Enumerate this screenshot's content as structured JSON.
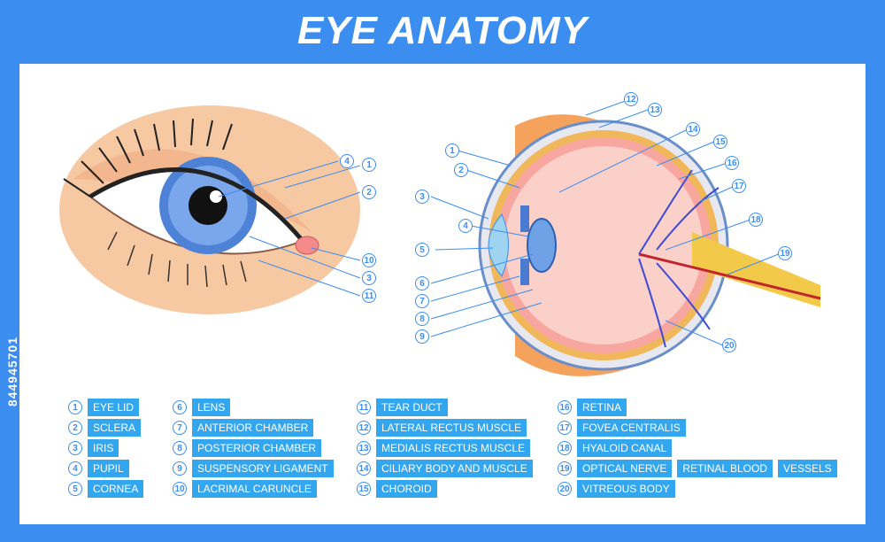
{
  "title": "EYE ANATOMY",
  "side_id": "844945701",
  "legend": [
    {
      "n": "1",
      "label": "EYE LID"
    },
    {
      "n": "2",
      "label": "SCLERA"
    },
    {
      "n": "3",
      "label": "IRIS"
    },
    {
      "n": "4",
      "label": "PUPIL"
    },
    {
      "n": "5",
      "label": "CORNEA"
    },
    {
      "n": "6",
      "label": "LENS"
    },
    {
      "n": "7",
      "label": "ANTERIOR CHAMBER"
    },
    {
      "n": "8",
      "label": "POSTERIOR CHAMBER"
    },
    {
      "n": "9",
      "label": "SUSPENSORY LIGAMENT"
    },
    {
      "n": "10",
      "label": "LACRIMAL CARUNCLE"
    },
    {
      "n": "11",
      "label": "TEAR DUCT"
    },
    {
      "n": "12",
      "label": "LATERAL RECTUS MUSCLE"
    },
    {
      "n": "13",
      "label": "MEDIALIS RECTUS MUSCLE"
    },
    {
      "n": "14",
      "label": "CILIARY BODY AND MUSCLE"
    },
    {
      "n": "15",
      "label": "CHOROID"
    },
    {
      "n": "16",
      "label": "RETINA"
    },
    {
      "n": "17",
      "label": "FOVEA CENTRALIS"
    },
    {
      "n": "18",
      "label": "HYALOID CANAL"
    },
    {
      "n": "19",
      "label": "OPTICAL NERVE",
      "extra": [
        "RETINAL BLOOD",
        "VESSELS"
      ]
    },
    {
      "n": "20",
      "label": "VITREOUS BODY"
    }
  ],
  "front_callouts": [
    "4",
    "1",
    "2",
    "10",
    "3",
    "11"
  ],
  "section_callouts": [
    "1",
    "2",
    "3",
    "4",
    "5",
    "6",
    "7",
    "8",
    "9",
    "12",
    "13",
    "14",
    "15",
    "16",
    "17",
    "18",
    "19",
    "20"
  ]
}
